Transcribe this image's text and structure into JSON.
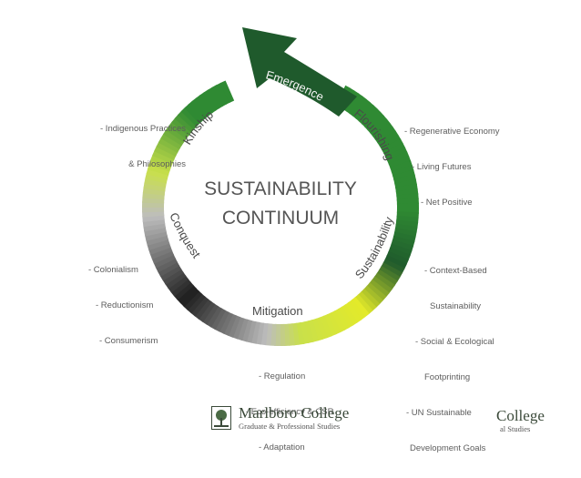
{
  "center_title": [
    "SUSTAINABILITY",
    "CONTINUUM"
  ],
  "stages": {
    "emergence": "Emergence",
    "flourishing": "Flourishing",
    "sustainability": "Sustainability",
    "mitigation": "Mitigation",
    "conquest": "Conquest",
    "kinship": "Kinship"
  },
  "notes": {
    "kinship": [
      "- Indigenous Practices",
      "& Philosophies"
    ],
    "flourishing": [
      "- Regenerative Economy",
      "- Living Futures",
      "- Net Positive"
    ],
    "sustainability": [
      "- Context-Based",
      "Sustainability",
      "- Social & Ecological",
      "Footprinting",
      "- UN Sustainable",
      "Development Goals"
    ],
    "mitigation": [
      "- Regulation",
      "- Eco-efficiency & CSR",
      "- Adaptation"
    ],
    "conquest": [
      "- Colonialism",
      "- Reductionism",
      "- Consumerism"
    ]
  },
  "logo": {
    "name": "Marlboro College",
    "subtitle": "Graduate & Professional Studies"
  },
  "logo_cropped": {
    "name": "College",
    "subtitle": "al Studies"
  },
  "colors": {
    "dark_green": "#1f5a2c",
    "mid_green": "#2f8a33",
    "lime": "#c9e04a",
    "yellow": "#e3ea2a",
    "gray": "#bdbdbd",
    "black": "#1e1e1e"
  }
}
